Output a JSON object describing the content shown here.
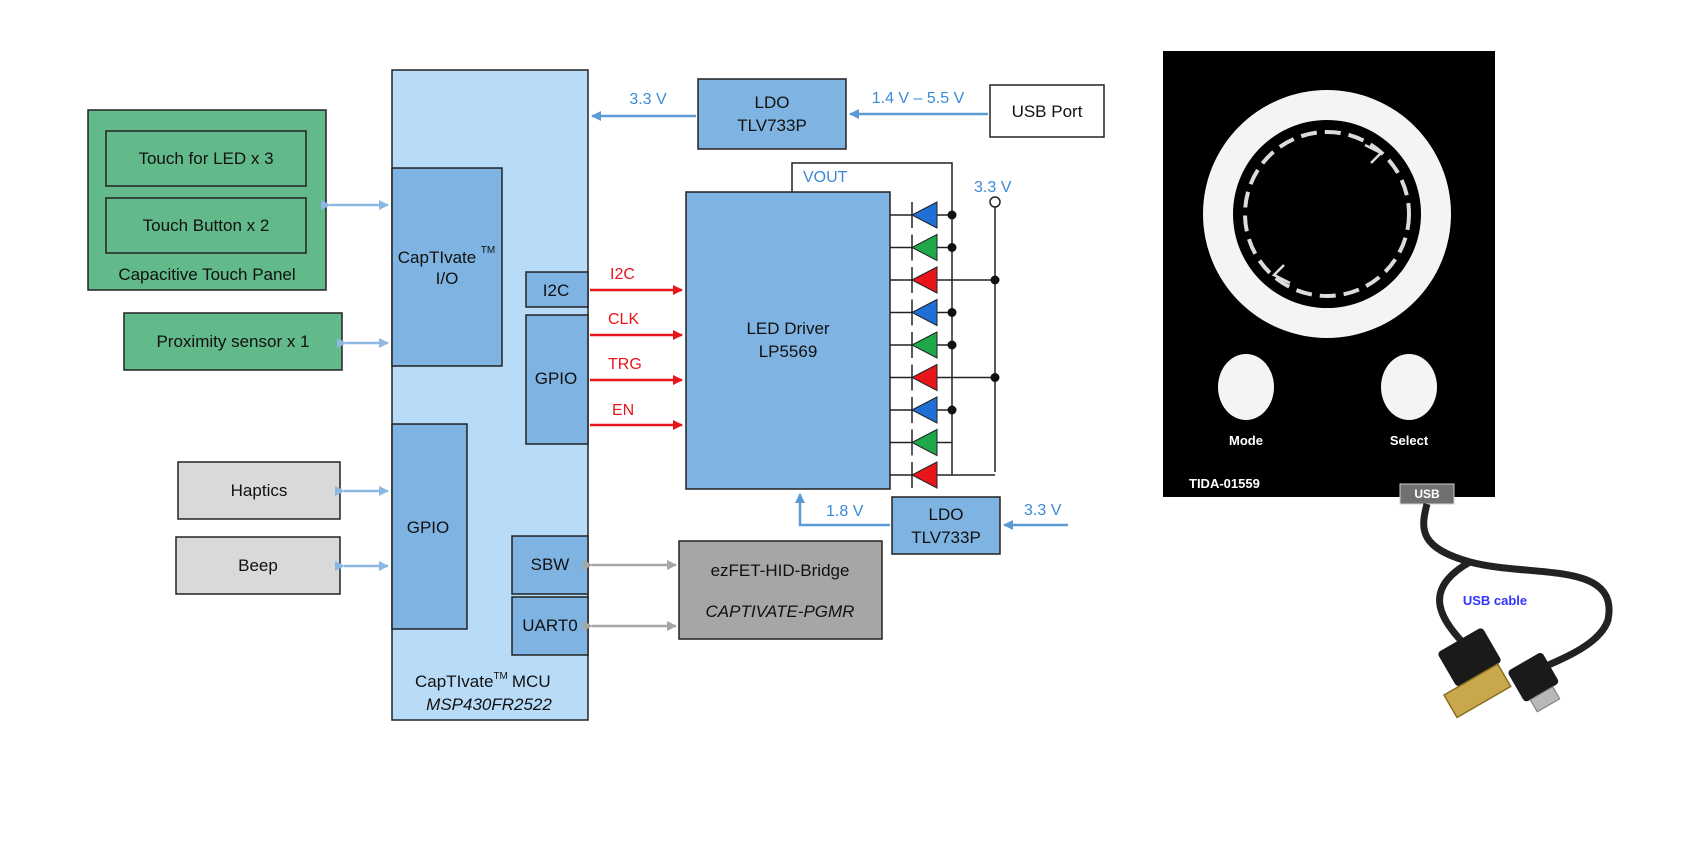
{
  "touch_panel": {
    "item1": "Touch for LED x 3",
    "item2": "Touch Button x 2",
    "title": "Capacitive Touch Panel"
  },
  "proximity": "Proximity sensor x 1",
  "haptics": "Haptics",
  "beep": "Beep",
  "mcu": {
    "captivate_io_line1": "CapTIvate",
    "tm": "TM",
    "captivate_io_line2": "I/O",
    "gpio_left": "GPIO",
    "i2c": "I2C",
    "gpio_right": "GPIO",
    "sbw": "SBW",
    "uart0": "UART0",
    "title_line1": "CapTIvate",
    "title_line1_suffix": "MCU",
    "title_line2": "MSP430FR2522"
  },
  "ldo_top": {
    "line1": "LDO",
    "line2": "TLV733P"
  },
  "ldo_bottom": {
    "line1": "LDO",
    "line2": "TLV733P"
  },
  "usb_port": "USB Port",
  "voltages": {
    "mcu_supply": "3.3 V",
    "usb_range": "1.4 V – 5.5 V",
    "led_supply": "3.3 V",
    "ldo_out": "1.8 V",
    "ldo_in": "3.3 V"
  },
  "vout": "VOUT",
  "signals": [
    "I2C",
    "CLK",
    "TRG",
    "EN"
  ],
  "led_driver": {
    "line1": "LED Driver",
    "line2": "LP5569"
  },
  "ezfet": {
    "line1": "ezFET-HID-Bridge",
    "line2": "CAPTIVATE-PGMR"
  },
  "led_colors": [
    "#1f6fd6",
    "#1fa84a",
    "#e8151b",
    "#1f6fd6",
    "#1fa84a",
    "#e8151b",
    "#1f6fd6",
    "#1fa84a",
    "#e8151b"
  ],
  "device": {
    "mode": "Mode",
    "select": "Select",
    "board_id": "TIDA-01559",
    "usb_tag": "USB",
    "cable": "USB cable"
  }
}
